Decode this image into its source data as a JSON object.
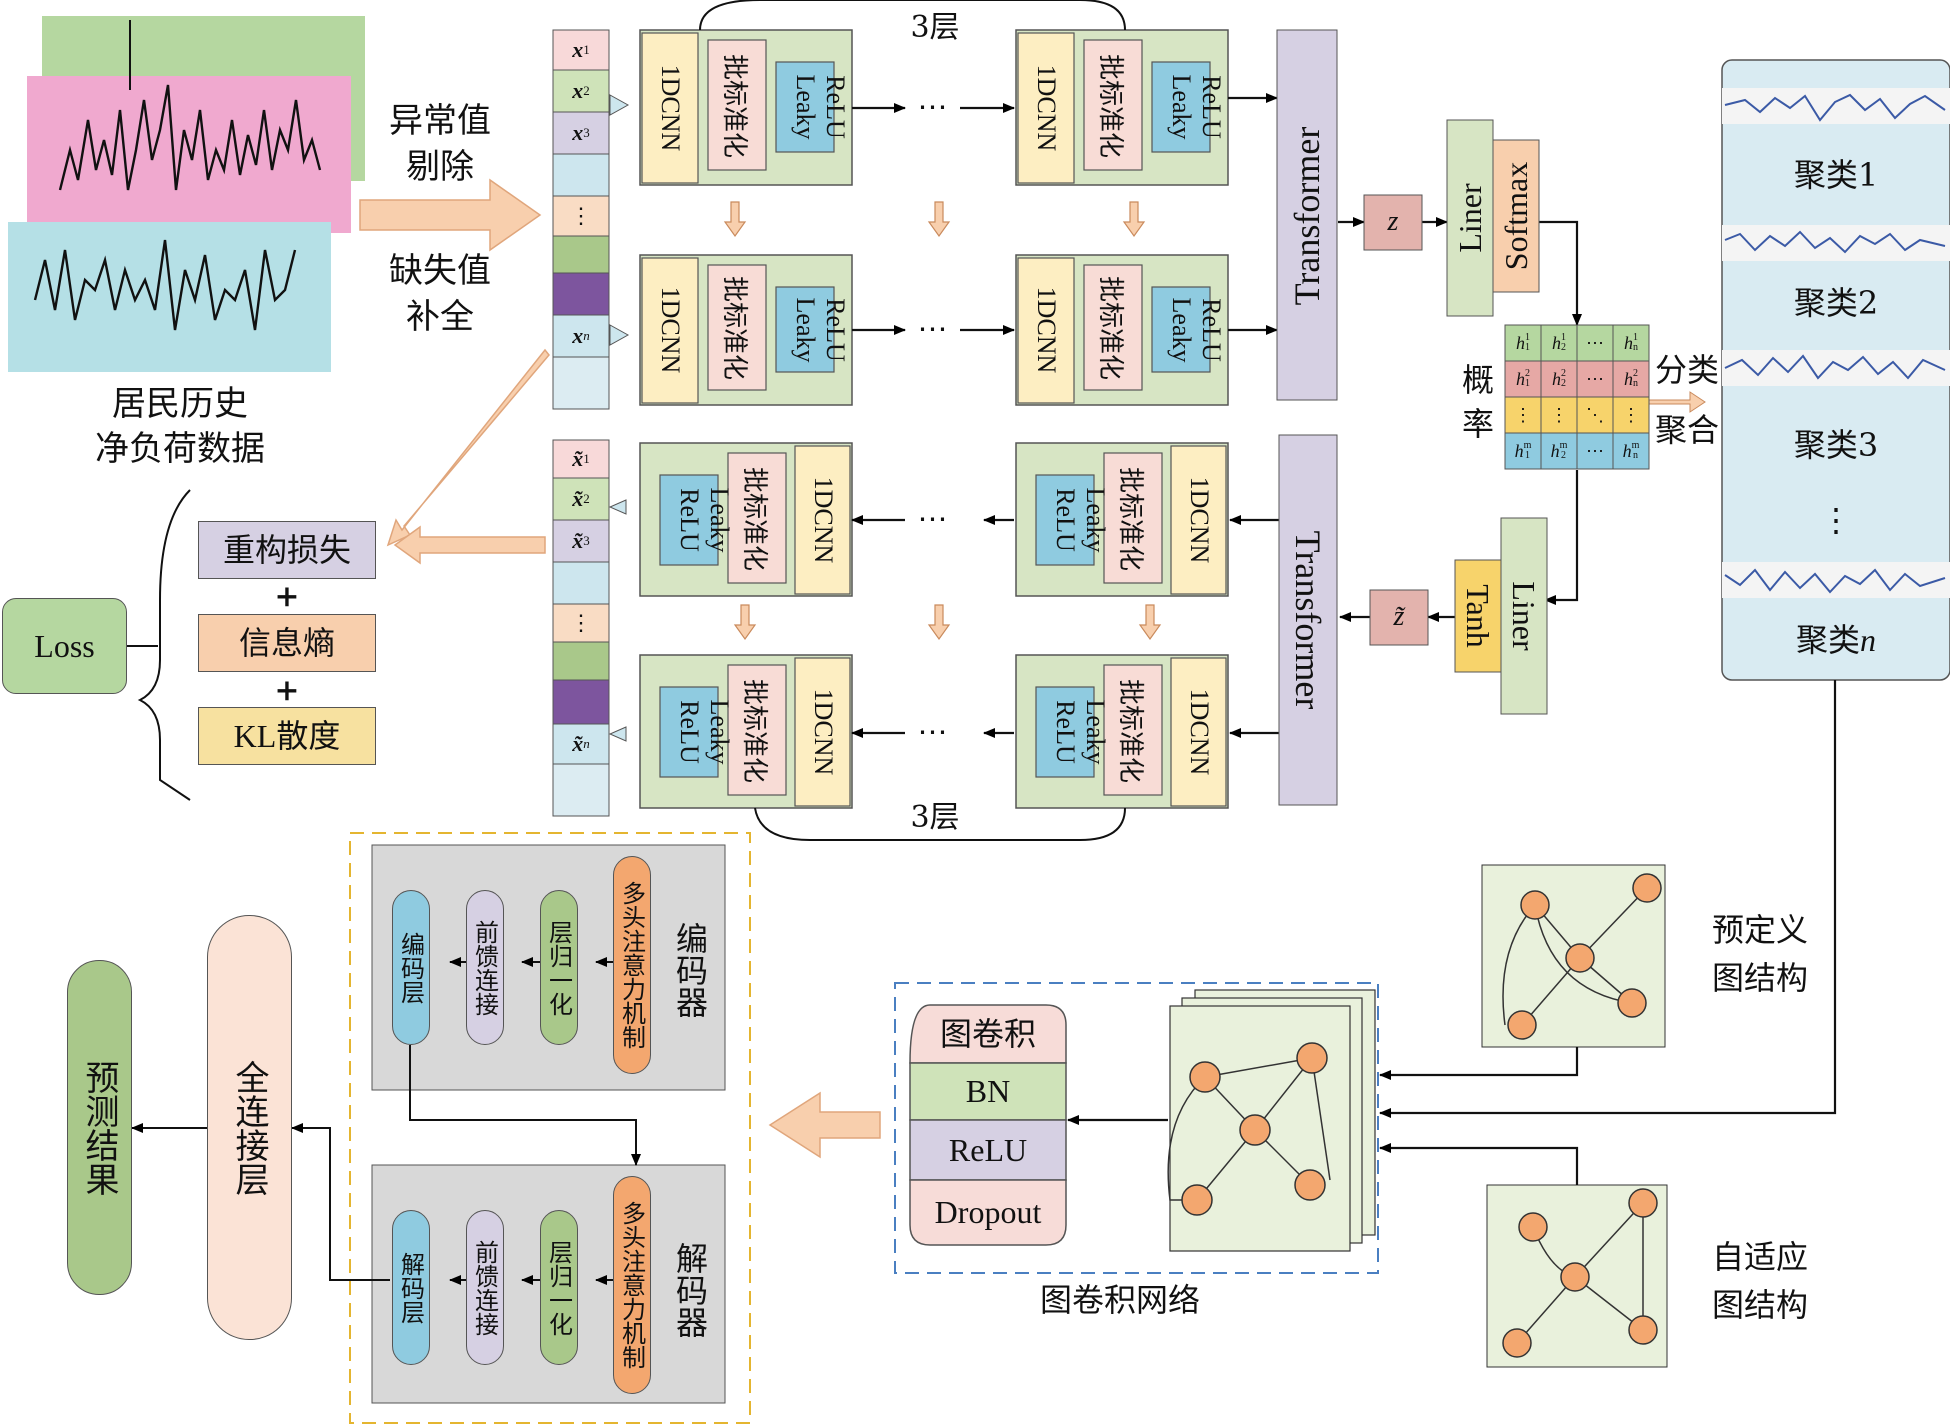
{
  "inputs": {
    "title_line1": "居民历史",
    "title_line2": "净负荷数据",
    "arrow_top_1": "异常值",
    "arrow_top_2": "剔除",
    "arrow_bottom_1": "缺失值",
    "arrow_bottom_2": "补全"
  },
  "seq_in": {
    "x1": "x",
    "x1s": "1",
    "x2": "x",
    "x2s": "2",
    "x3": "x",
    "x3s": "3",
    "dots": "⋮",
    "xn": "x",
    "xns": "n"
  },
  "seq_out": {
    "x1": "x̃",
    "x1s": "1",
    "x2": "x̃",
    "x2s": "2",
    "x3": "x̃",
    "x3s": "3",
    "dots": "⋮",
    "xn": "x̃",
    "xns": "n"
  },
  "block": {
    "cnn": "1DCNN",
    "bn": "批标准化",
    "relu_1": "Leaky",
    "relu_2": "ReLU",
    "dots": "⋯"
  },
  "layers": {
    "top": "3层",
    "bottom": "3层"
  },
  "transformer": {
    "enc": "Transformer",
    "dec": "Transformer"
  },
  "latent": {
    "z": "z",
    "ztilde": "z̃"
  },
  "head": {
    "liner_top": "Liner",
    "softmax": "Softmax",
    "liner_bottom": "Liner",
    "tanh": "Tanh"
  },
  "prob": {
    "label_1": "概",
    "label_2": "率",
    "classify_1": "分类",
    "classify_2": "聚合",
    "rows": [
      [
        "h",
        "1",
        "1"
      ],
      [
        "h",
        "2",
        "1"
      ],
      [
        "⋯",
        ""
      ],
      [
        "h",
        "n",
        "1"
      ]
    ],
    "cells": [
      [
        {
          "b": "h",
          "sub": "1",
          "sup": "1"
        },
        {
          "b": "h",
          "sub": "2",
          "sup": "1"
        },
        {
          "b": "⋯",
          "sub": "",
          "sup": ""
        },
        {
          "b": "h",
          "sub": "n",
          "sup": "1"
        }
      ],
      [
        {
          "b": "h",
          "sub": "1",
          "sup": "2"
        },
        {
          "b": "h",
          "sub": "2",
          "sup": "2"
        },
        {
          "b": "⋯",
          "sub": "",
          "sup": ""
        },
        {
          "b": "h",
          "sub": "n",
          "sup": "2"
        }
      ],
      [
        {
          "b": "⋮",
          "sub": "",
          "sup": ""
        },
        {
          "b": "⋮",
          "sub": "",
          "sup": ""
        },
        {
          "b": "⋱",
          "sub": "",
          "sup": ""
        },
        {
          "b": "⋮",
          "sub": "",
          "sup": ""
        }
      ],
      [
        {
          "b": "h",
          "sub": "1",
          "sup": "m"
        },
        {
          "b": "h",
          "sub": "2",
          "sup": "m"
        },
        {
          "b": "⋯",
          "sub": "",
          "sup": ""
        },
        {
          "b": "h",
          "sub": "n",
          "sup": "m"
        }
      ]
    ]
  },
  "clusters": {
    "c1": "聚类1",
    "c2": "聚类2",
    "c3": "聚类3",
    "dots": "⋮",
    "cn_pre": "聚类",
    "cn_it": "n"
  },
  "loss": {
    "title": "Loss",
    "recon": "重构损失",
    "plus1": "+",
    "entropy": "信息熵",
    "plus2": "+",
    "kl": "KL散度"
  },
  "gcn": {
    "layers": [
      "图卷积",
      "BN",
      "ReLU",
      "Dropout"
    ],
    "caption": "图卷积网络"
  },
  "graphs": {
    "predef_1": "预定义",
    "predef_2": "图结构",
    "adapt_1": "自适应",
    "adapt_2": "图结构"
  },
  "encoder": {
    "title": "编码器",
    "mha": "多头注意力机制",
    "norm": "层归一化",
    "ff": "前馈连接",
    "layer": "编码层"
  },
  "decoder": {
    "title": "解码器",
    "mha": "多头注意力机制",
    "norm": "层归一化",
    "ff": "前馈连接",
    "layer": "解码层"
  },
  "output": {
    "fc": "全连接层",
    "pred": "预测结果"
  },
  "colors": {
    "green": "#b5d7a0",
    "pink": "#f0a9cf",
    "cyan": "#b5e0e6",
    "lav": "#d6d0e3",
    "cream": "#fdeec2",
    "peach": "#f8cfad",
    "blockbg": "#d7e5c4",
    "relu": "#8fcbe0",
    "orange": "#f3a76f",
    "yellow": "#f7d36b",
    "purple": "#7d559e",
    "rose": "#e3b3ad",
    "gray": "#d8d8d8"
  }
}
